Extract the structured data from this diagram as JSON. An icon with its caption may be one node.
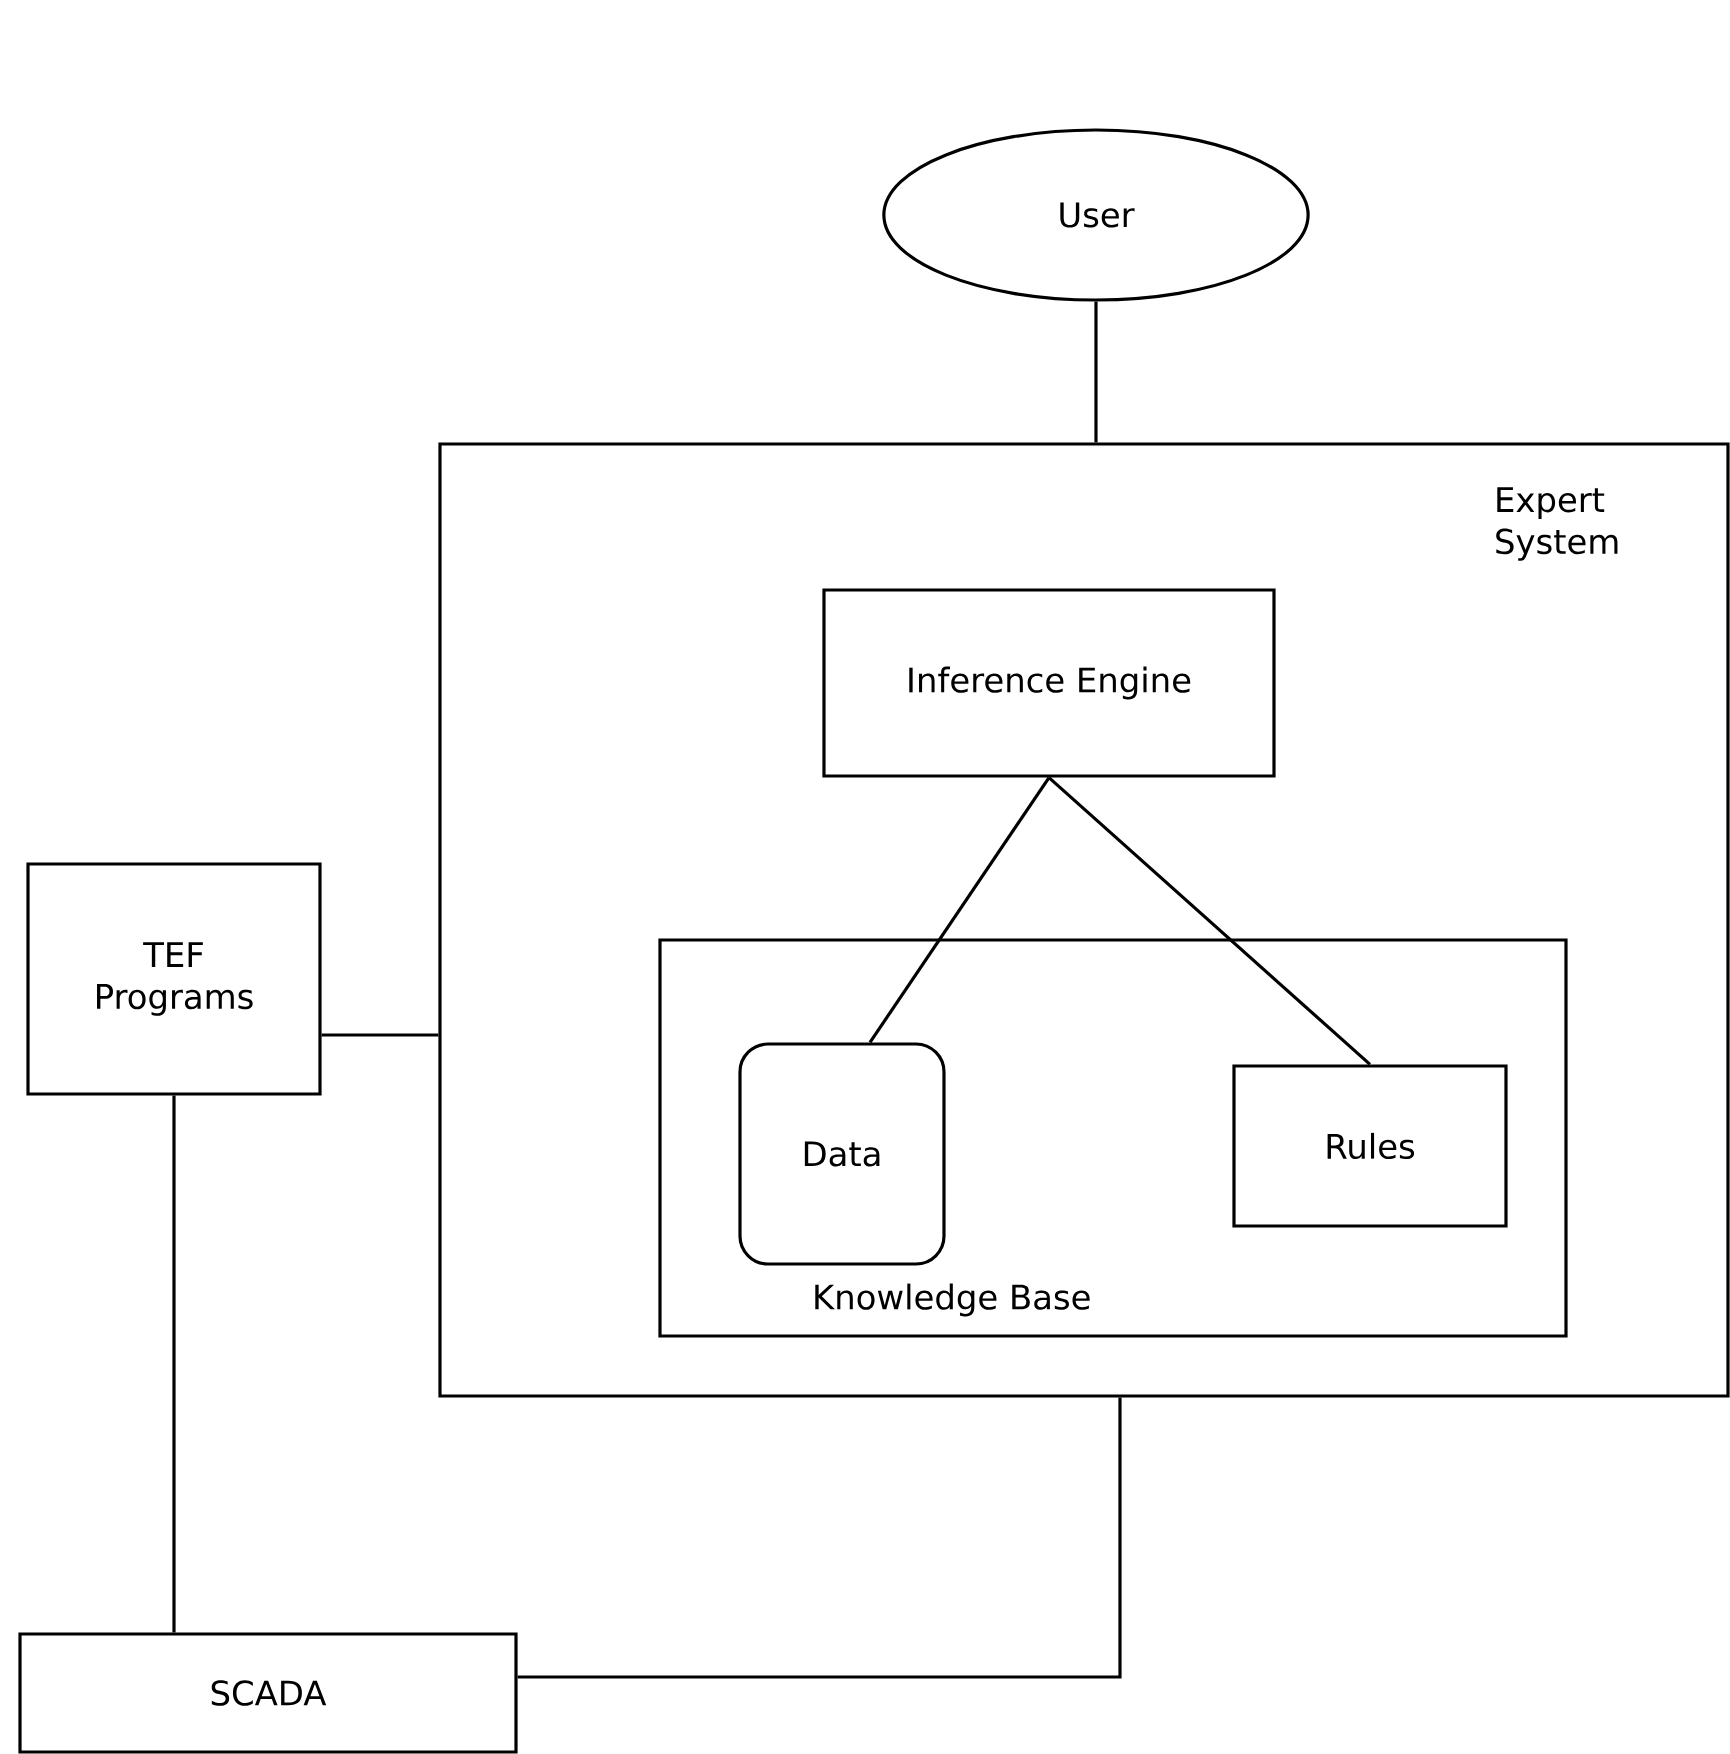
{
  "diagram": {
    "nodes": [
      {
        "text": [
          "User"
        ]
      },
      {
        "text": [
          "Expert System"
        ]
      },
      {
        "text": [
          "Inference Engine"
        ],
        "in": 1
      },
      {
        "text": [
          "Knowledge Base"
        ],
        "in": 1
      },
      {
        "text": [
          "Data"
        ],
        "in": 3
      },
      {
        "text": [
          "Rules"
        ],
        "in": 3
      },
      {
        "text": [
          "TEF Programs"
        ]
      },
      {
        "text": [
          "SCADA"
        ]
      }
    ],
    "edges": [
      {
        "from": 0,
        "to": 1,
        "arrow": "none"
      },
      {
        "from": 2,
        "to": 4,
        "arrow": "none"
      },
      {
        "from": 2,
        "to": 5,
        "arrow": "none"
      },
      {
        "from": 6,
        "to": 1,
        "arrow": "none"
      },
      {
        "from": 6,
        "to": 7,
        "arrow": "none"
      },
      {
        "from": 7,
        "to": 1,
        "arrow": "none"
      }
    ]
  }
}
